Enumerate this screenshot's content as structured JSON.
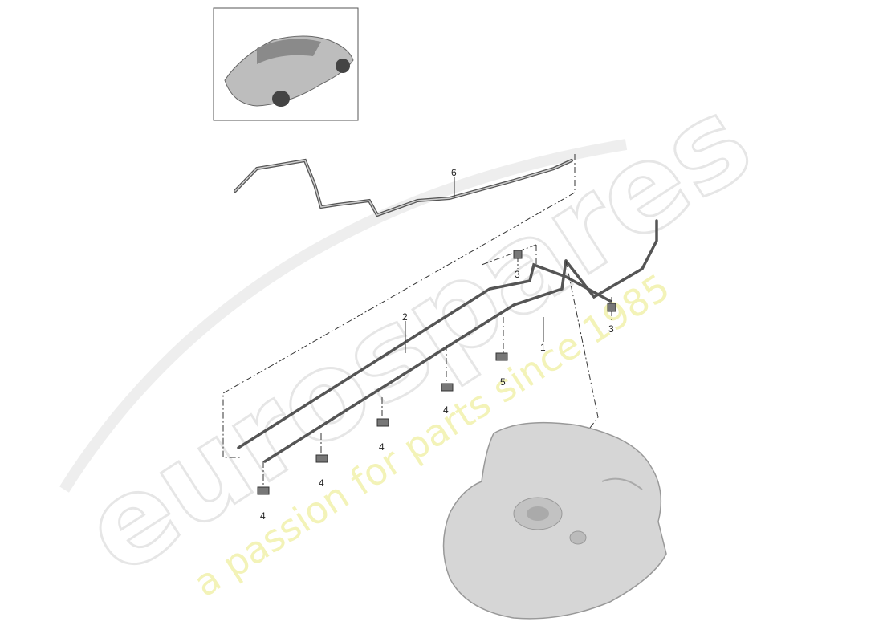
{
  "watermark": {
    "brand": "eurospares",
    "tagline": "a passion for parts since 1985"
  },
  "thumbnail": {
    "icon": "car-thumbnail-icon"
  },
  "callouts": [
    {
      "id": "6",
      "label": "6"
    },
    {
      "id": "2",
      "label": "2"
    },
    {
      "id": "3a",
      "label": "3"
    },
    {
      "id": "3b",
      "label": "3"
    },
    {
      "id": "1",
      "label": "1"
    },
    {
      "id": "5",
      "label": "5"
    },
    {
      "id": "4a",
      "label": "4"
    },
    {
      "id": "4b",
      "label": "4"
    },
    {
      "id": "4c",
      "label": "4"
    },
    {
      "id": "4d",
      "label": "4"
    }
  ],
  "colors": {
    "line": "#555555",
    "tank": "#d4d4d4",
    "watermark_text": "#f3f3b8"
  }
}
